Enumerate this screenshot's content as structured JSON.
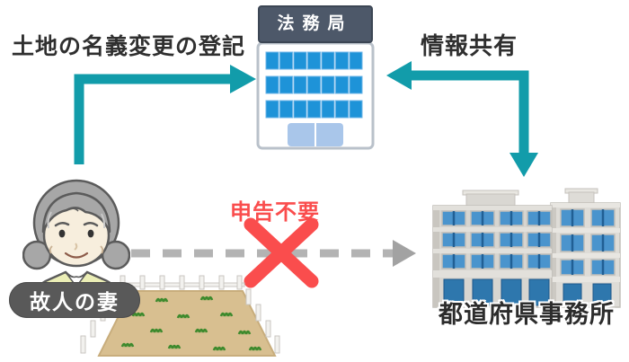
{
  "labels": {
    "land_registration": "土地の名義変更の登記",
    "information_sharing": "情報共有",
    "no_declaration_required": "申告不要",
    "legal_affairs_bureau": "法務局",
    "deceaseds_wife": "故人の妻",
    "prefectural_office": "都道府県事務所"
  },
  "colors": {
    "arrow_teal": "#129caa",
    "alert_red": "#fa4d4d",
    "dash_gray": "#b3b3b3",
    "dash_arrowhead_gray": "#a2a2a2",
    "sign_background": "#4d5869",
    "widow_label_background": "#595959",
    "window_blue": "#1e93d8",
    "office_window_blue": "#4a94cd",
    "building_gray": "#d7d5d0",
    "soil_tan": "#d8bf90",
    "sprout_green": "#3e8a2d",
    "hair_gray": "#a7a7a7",
    "skin": "#f7eedd",
    "shirt_green": "#ebeeb6"
  },
  "icons": {
    "legal_affairs_bureau_building_icon": "white government building with blue windows and rooftop sign",
    "elderly_woman_icon": "gray-haired elderly woman character",
    "farm_field_icon": "fenced farm plot with sprouts",
    "prefectural_office_buildings_icon": "two gray office buildings with blue windows",
    "cross_mark_icon": "large red X",
    "elbow_arrow_right_icon": "teal elbow arrow pointing right",
    "elbow_arrow_double_icon": "teal elbow arrow with left and down heads",
    "dashed_arrow_icon": "gray dashed arrow pointing right"
  }
}
